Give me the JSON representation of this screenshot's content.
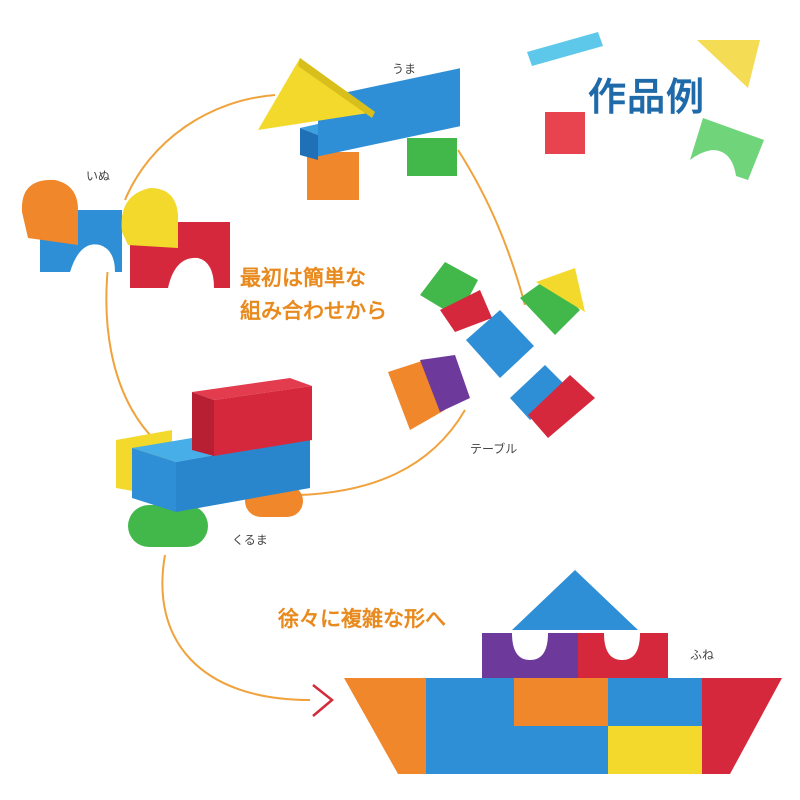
{
  "heading": "作品例",
  "captions": {
    "simple_line1": "最初は簡単な",
    "simple_line2": "組み合わせから",
    "complex": "徐々に複雑な形へ"
  },
  "labels": {
    "horse": "うま",
    "dog": "いぬ",
    "table": "テーブル",
    "car": "くるま",
    "boat": "ふね"
  },
  "colors": {
    "blue": "#2e8fd6",
    "red": "#d6283c",
    "yellow": "#f2d92b",
    "green": "#43b84a",
    "orange": "#f0872a",
    "purple": "#6d3a9c",
    "title_blue": "#1f6aa8",
    "caption_orange": "#e88a1e",
    "arrow_red": "#d42a3a"
  }
}
